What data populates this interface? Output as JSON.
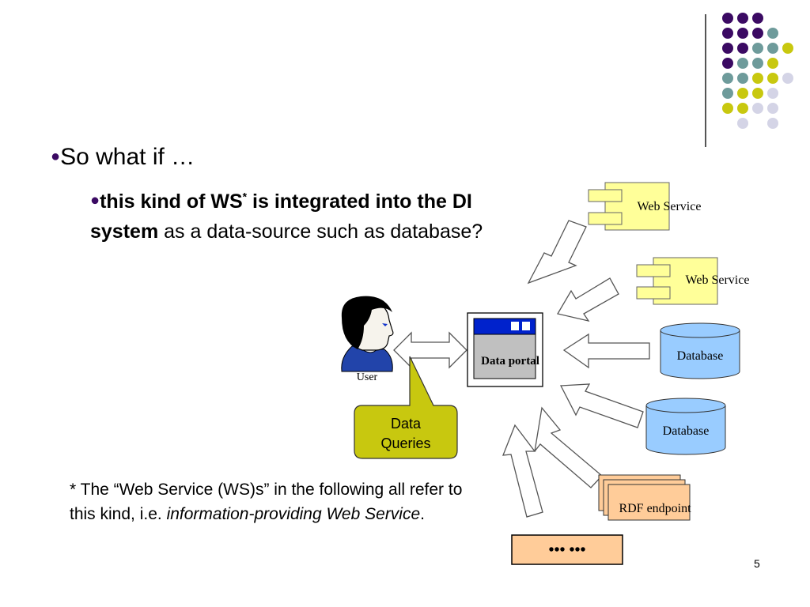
{
  "bullet1": {
    "marker": "●",
    "text": "So what if  …"
  },
  "bullet2": {
    "marker": "●",
    "bold_text": "this kind of WS",
    "sup": "*",
    "bold_text2": " is integrated into the DI system",
    "plain_text": " as a data-source such as database?"
  },
  "footnote": {
    "lead": "* The “Web Service (WS)s” in the following all refer to this kind, i.e. ",
    "italic": "information-providing Web Service",
    "tail": "."
  },
  "diagram": {
    "user_label": "User",
    "portal_label": "Data portal",
    "callout_line1": "Data",
    "callout_line2": "Queries",
    "web_service_1": "Web Service",
    "web_service_2": "Web Service",
    "database_1": "Database",
    "database_2": "Database",
    "rdf_label": "RDF endpoint",
    "more_label": "••• •••"
  },
  "page_number": "5",
  "colors": {
    "purple": "#3b0a63",
    "teal": "#6e9b9b",
    "olive": "#c8c80f",
    "lavender": "#d4d4e6",
    "ws_fill": "#ffff99",
    "db_fill": "#99ccff",
    "rdf_fill": "#ffcc99",
    "callout_fill": "#c8c80f"
  }
}
